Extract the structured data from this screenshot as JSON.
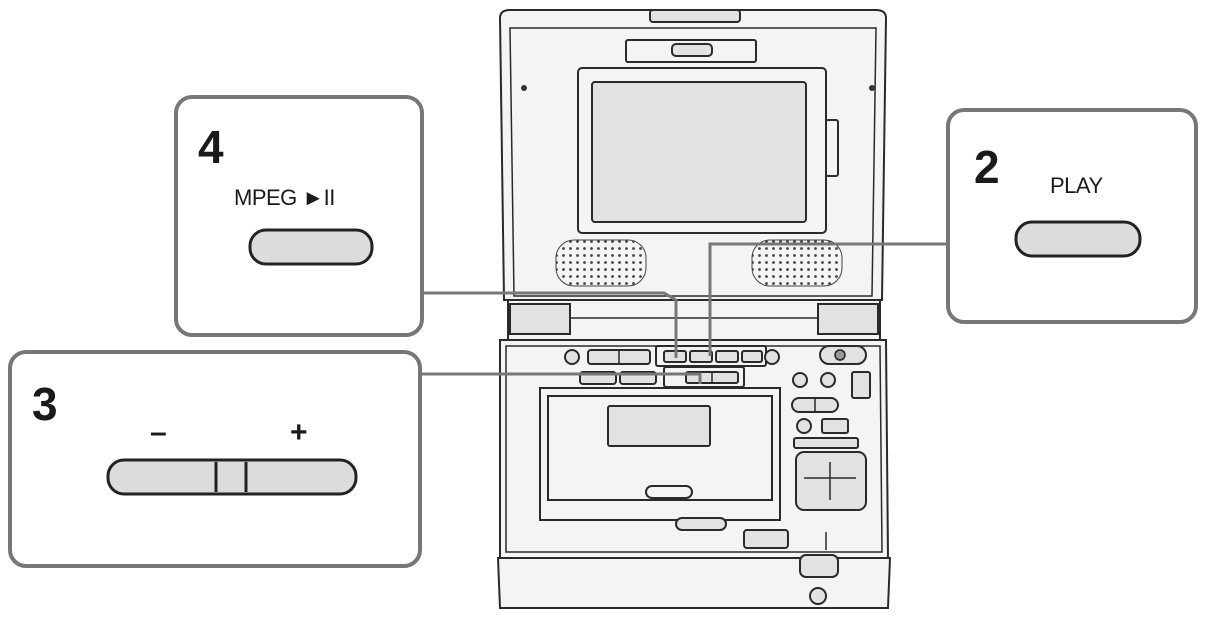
{
  "callouts": [
    {
      "number": "4",
      "label": "MPEG ►II"
    },
    {
      "number": "2",
      "label": "PLAY"
    },
    {
      "number": "3",
      "minus": "–",
      "plus": "+"
    }
  ],
  "colors": {
    "frame": "#777777",
    "button": "#dcdcdc",
    "line": "#222222"
  }
}
